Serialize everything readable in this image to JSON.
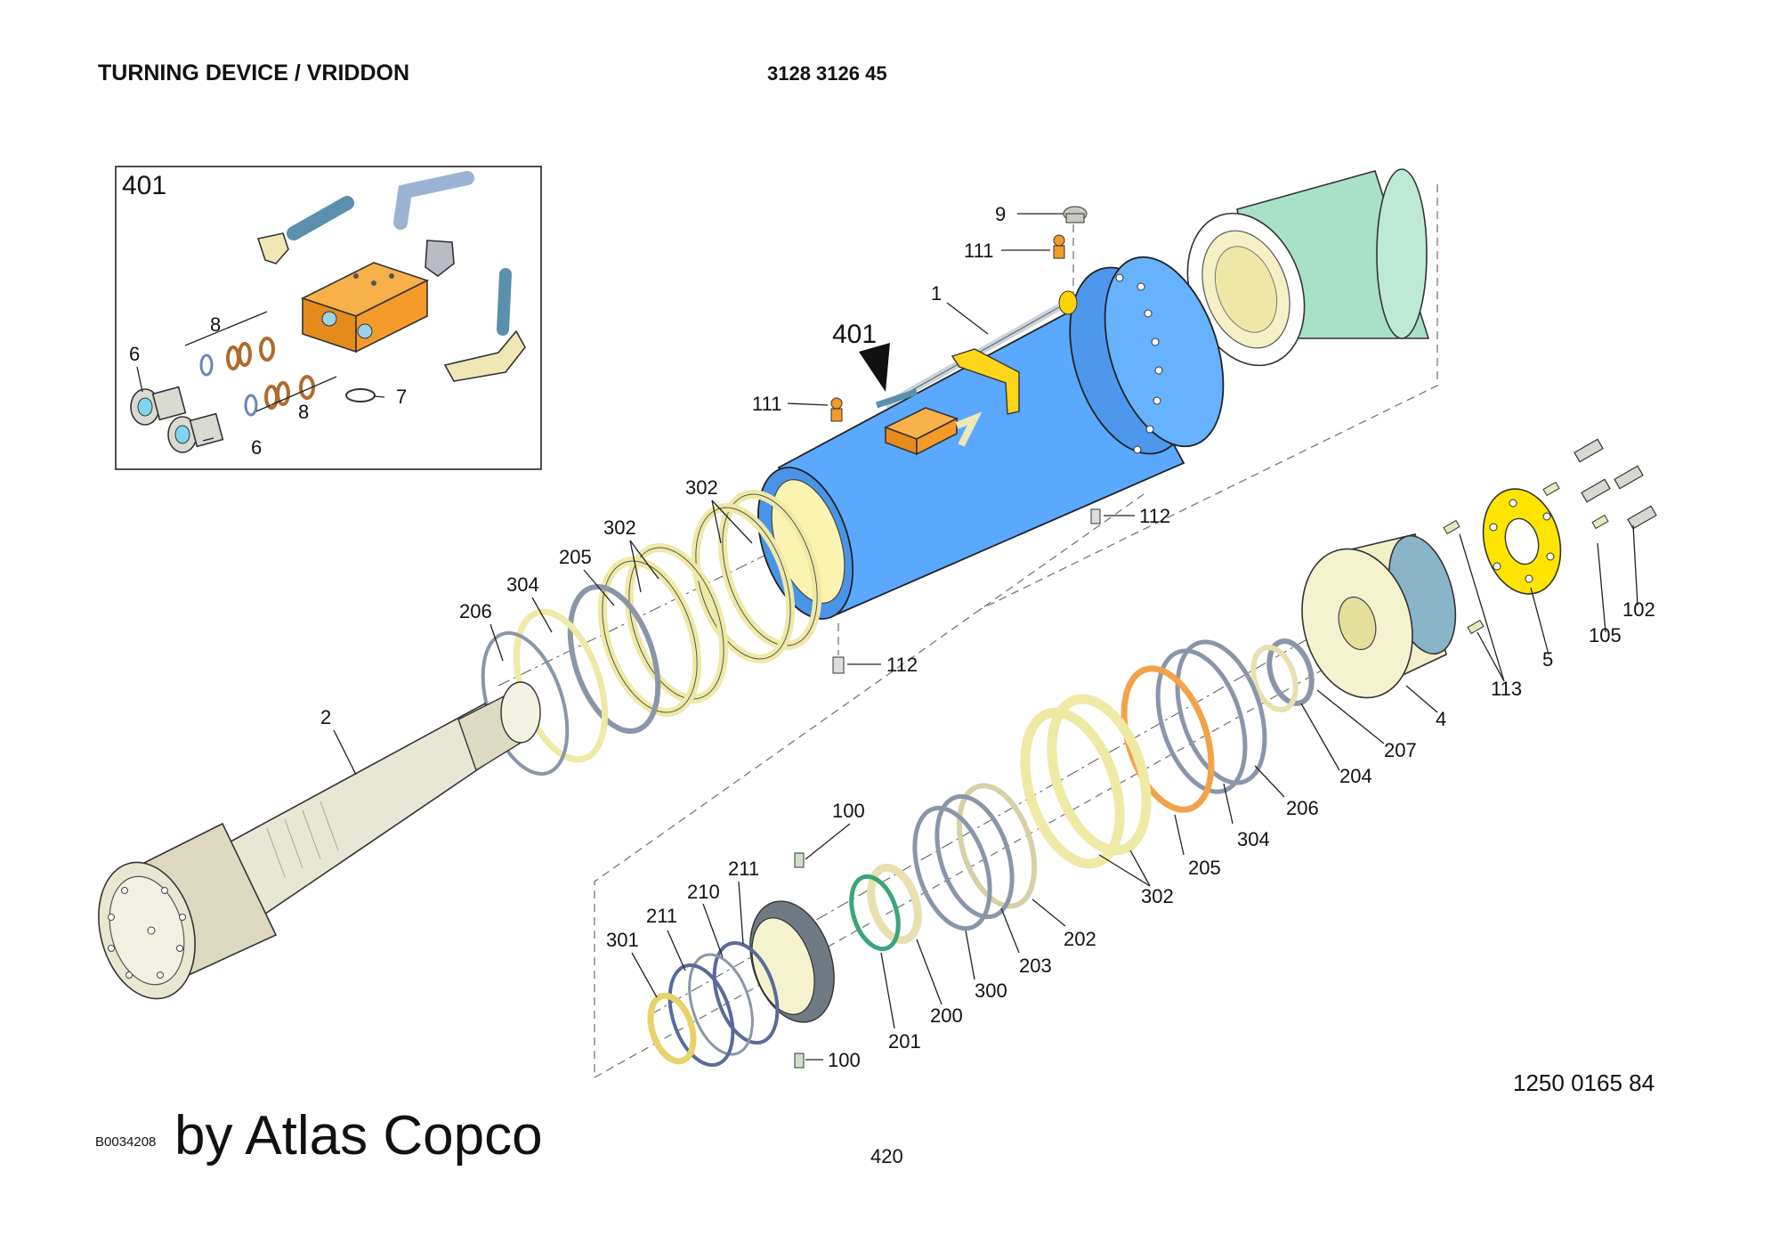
{
  "header": {
    "title": "TURNING DEVICE / VRIDDON",
    "part_number": "3128 3126 45"
  },
  "inset": {
    "label": "401"
  },
  "callouts": {
    "c9": "9",
    "c111a": "111",
    "c1": "1",
    "c401": "401",
    "c111b": "111",
    "c112a": "112",
    "c112b": "112",
    "c302a": "302",
    "c302b": "302",
    "c205a": "205",
    "c304a": "304",
    "c206a": "206",
    "c2": "2",
    "c102": "102",
    "c105": "105",
    "c5": "5",
    "c113": "113",
    "c4": "4",
    "c207": "207",
    "c204": "204",
    "c206b": "206",
    "c304b": "304",
    "c205b": "205",
    "c302c": "302",
    "c202": "202",
    "c203": "203",
    "c300": "300",
    "c200": "200",
    "c201": "201",
    "c100a": "100",
    "c100b": "100",
    "c211a": "211",
    "c210": "210",
    "c211b": "211",
    "c301": "301",
    "i8a": "8",
    "i8b": "8",
    "i6a": "6",
    "i6b": "6",
    "i7": "7"
  },
  "footer": {
    "drawing_number": "1250 0165 84",
    "doc_code": "B0034208",
    "credit": "by Atlas Copco",
    "page": "420"
  },
  "colors": {
    "cylinder": "#5aa8ff",
    "valve_block": "#f39a2a",
    "filter": "#a8e0c8",
    "flange": "#ffe400",
    "ring_cream": "#f2efb8",
    "shaft": "#e8e6d4",
    "seal_grey": "#8a96a8",
    "seal_orange": "#f3a24a",
    "seal_green": "#3aa57a"
  }
}
